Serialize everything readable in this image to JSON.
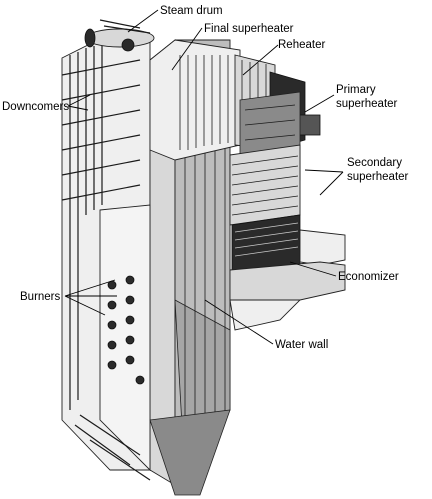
{
  "labels": {
    "steam_drum": "Steam drum",
    "final_superheater": "Final superheater",
    "reheater": "Reheater",
    "primary_superheater_1": "Primary",
    "primary_superheater_2": "superheater",
    "downcomers": "Downcomers",
    "secondary_superheater_1": "Secondary",
    "secondary_superheater_2": "superheater",
    "economizer": "Economizer",
    "burners": "Burners",
    "water_wall": "Water wall"
  }
}
